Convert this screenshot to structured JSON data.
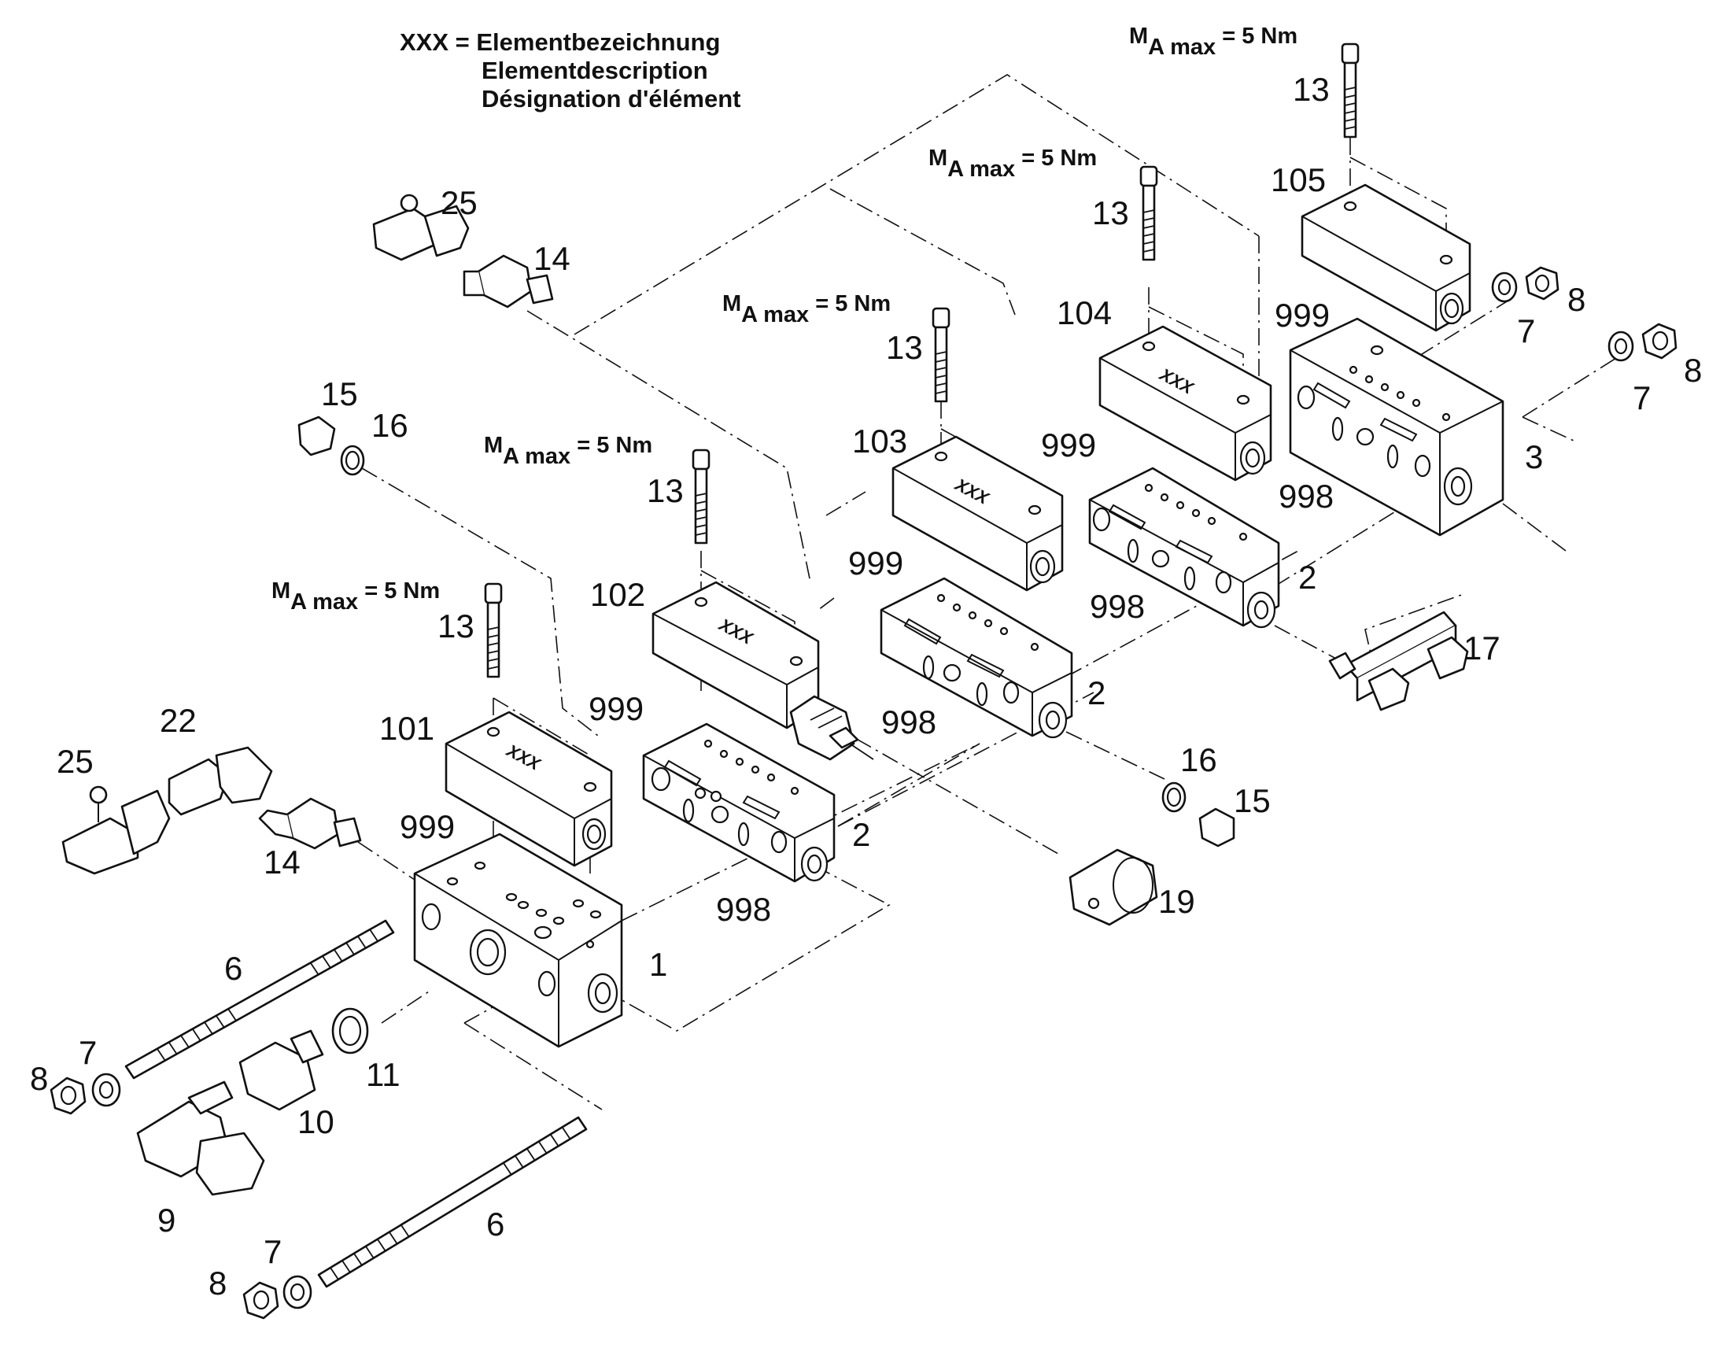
{
  "legend": {
    "line1": "XXX = Elementbezeichnung",
    "line2": "Elementdescription",
    "line3": "Désignation d'élément"
  },
  "torque": {
    "prefix": "M",
    "subscript": "A max",
    "suffix": " = 5 Nm"
  },
  "element_marking": "XXX",
  "labels": {
    "p1": "1",
    "p2a": "2",
    "p2b": "2",
    "p2c": "2",
    "p3": "3",
    "p6a": "6",
    "p6b": "6",
    "p7a": "7",
    "p7b": "7",
    "p7c": "7",
    "p7d": "7",
    "p8a": "8",
    "p8b": "8",
    "p8c": "8",
    "p8d": "8",
    "p9": "9",
    "p10": "10",
    "p11": "11",
    "p13a": "13",
    "p13b": "13",
    "p13c": "13",
    "p13d": "13",
    "p13e": "13",
    "p14a": "14",
    "p14b": "14",
    "p15a": "15",
    "p15b": "15",
    "p16a": "16",
    "p16b": "16",
    "p17": "17",
    "p19": "19",
    "p22": "22",
    "p25a": "25",
    "p25b": "25",
    "p101": "101",
    "p102": "102",
    "p103": "103",
    "p104": "104",
    "p105": "105",
    "p998a": "998",
    "p998b": "998",
    "p998c": "998",
    "p998d": "998",
    "p999a": "999",
    "p999b": "999",
    "p999c": "999",
    "p999d": "999",
    "p999e": "999"
  }
}
